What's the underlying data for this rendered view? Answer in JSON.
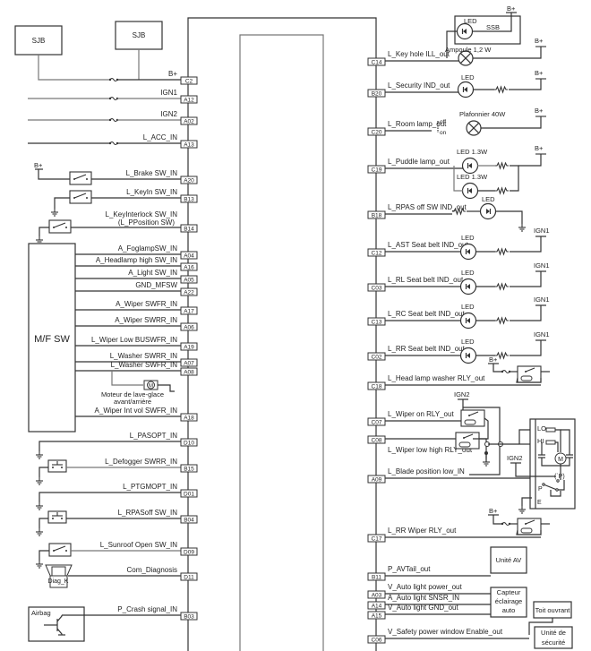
{
  "diagram": {
    "title": "Body Control Module wiring diagram",
    "left_modules": {
      "sjb_1": "SJB",
      "sjb_2": "SJB",
      "mfsw": "M/F SW",
      "airbag": "Airbag",
      "diag_connector": "Diag_K",
      "washer_motor": "Moteur de lave-glace avant/arrière",
      "washer_motor_line1": "Moteur de lave-glace",
      "washer_motor_line2": "avant/arrière"
    },
    "left_signals": [
      {
        "label": "B+",
        "pin": "C2"
      },
      {
        "label": "IGN1",
        "pin": "A12"
      },
      {
        "label": "IGN2",
        "pin": "A02"
      },
      {
        "label": "L_ACC_IN",
        "pin": "A13"
      },
      {
        "label": "L_Brake SW_IN",
        "pin": "A20"
      },
      {
        "label": "L_KeyIn SW_IN",
        "pin": "B13"
      },
      {
        "label": "L_KeyInterlock SW_IN",
        "label2": "(L_PPosition SW)",
        "pin": "B14"
      },
      {
        "label": "A_FoglampSW_IN",
        "pin": "A04"
      },
      {
        "label": "A_Headlamp high SW_IN",
        "pin": "A16"
      },
      {
        "label": "A_Light SW_IN",
        "pin": "A05"
      },
      {
        "label": "GND_MFSW",
        "pin": "A22"
      },
      {
        "label": "A_Wiper SWFR_IN",
        "pin": "A17"
      },
      {
        "label": "A_Wiper SWRR_IN",
        "pin": "A06"
      },
      {
        "label": "L_Wiper Low BUSWFR_IN",
        "pin": "A19"
      },
      {
        "label": "L_Washer SWRR_IN",
        "pin": "A07"
      },
      {
        "label": "L_Washer SWFR_IN",
        "pin": "A08"
      },
      {
        "label": "A_Wiper Int vol SWFR_IN",
        "pin": "A18"
      },
      {
        "label": "L_PASOPT_IN",
        "pin": "D10"
      },
      {
        "label": "L_Defogger SWRR_IN",
        "pin": "B15"
      },
      {
        "label": "L_PTGMOPT_IN",
        "pin": "D01"
      },
      {
        "label": "L_RPASoff SW_IN",
        "pin": "B04"
      },
      {
        "label": "L_Sunroof Open SW_IN",
        "pin": "D09"
      },
      {
        "label": "Com_Diagnosis",
        "pin": "D11"
      },
      {
        "label": "P_Crash signal_IN",
        "pin": "B03"
      }
    ],
    "left_supply": {
      "brake_bplus": "B+"
    },
    "right_signals": [
      {
        "label": "L_Key hole ILL_out",
        "pin": "C14"
      },
      {
        "label": "L_Security IND_out",
        "pin": "B20"
      },
      {
        "label": "L_Room lamp_out",
        "pin": "C20"
      },
      {
        "label": "L_Puddle lamp_out",
        "pin": "C19"
      },
      {
        "label": "L_RPAS off SW IND_out",
        "pin": "B18"
      },
      {
        "label": "L_AST Seat belt IND_out",
        "pin": "C12"
      },
      {
        "label": "L_RL Seat belt IND_out",
        "pin": "C03"
      },
      {
        "label": "L_RC Seat belt IND_out",
        "pin": "C13"
      },
      {
        "label": "L_RR Seat belt IND_out",
        "pin": "C02"
      },
      {
        "label": "L_Head lamp washer RLY_out",
        "pin": "C18"
      },
      {
        "label": "L_Wiper on RLY_out",
        "pin": "C07"
      },
      {
        "label": "L_Wiper low high RLY_out",
        "pin": "C08"
      },
      {
        "label": "L_Blade position low_IN",
        "pin": "A09"
      },
      {
        "label": "L_RR Wiper RLY_out",
        "pin": "C17"
      },
      {
        "label": "P_AVTail_out",
        "pin": "B11"
      },
      {
        "label": "V_Auto light power_out",
        "pin": "A03"
      },
      {
        "label": "A_Auto light SNSR_IN",
        "pin": "A14"
      },
      {
        "label": "V_Auto light GND_out",
        "pin": "A15"
      },
      {
        "label": "V_Safety power window Enable_out",
        "pin": "C06"
      }
    ],
    "right_components": {
      "ssb": "SSB",
      "led": "LED",
      "ampoule": "Ampoule 1,2 W",
      "plafonnier": "Plafonnier 40W",
      "switch_off": "off",
      "switch_on": "on",
      "led_13w": "LED 1.3W",
      "bplus": "B+",
      "ign1": "IGN1",
      "ign2": "IGN2",
      "motor_lo": "LO",
      "motor_hi": "HI",
      "motor_m": "M",
      "motor_p": "P",
      "motor_cp": "(`P)",
      "motor_e": "E",
      "unite_av": "Unité AV",
      "capteur_line1": "Capteur",
      "capteur_line2": "éclairage",
      "capteur_line3": "auto",
      "toit_ouvrant": "Toit ouvrant",
      "unite_securite_line1": "Unité de",
      "unite_securite_line2": "sécurité"
    }
  }
}
